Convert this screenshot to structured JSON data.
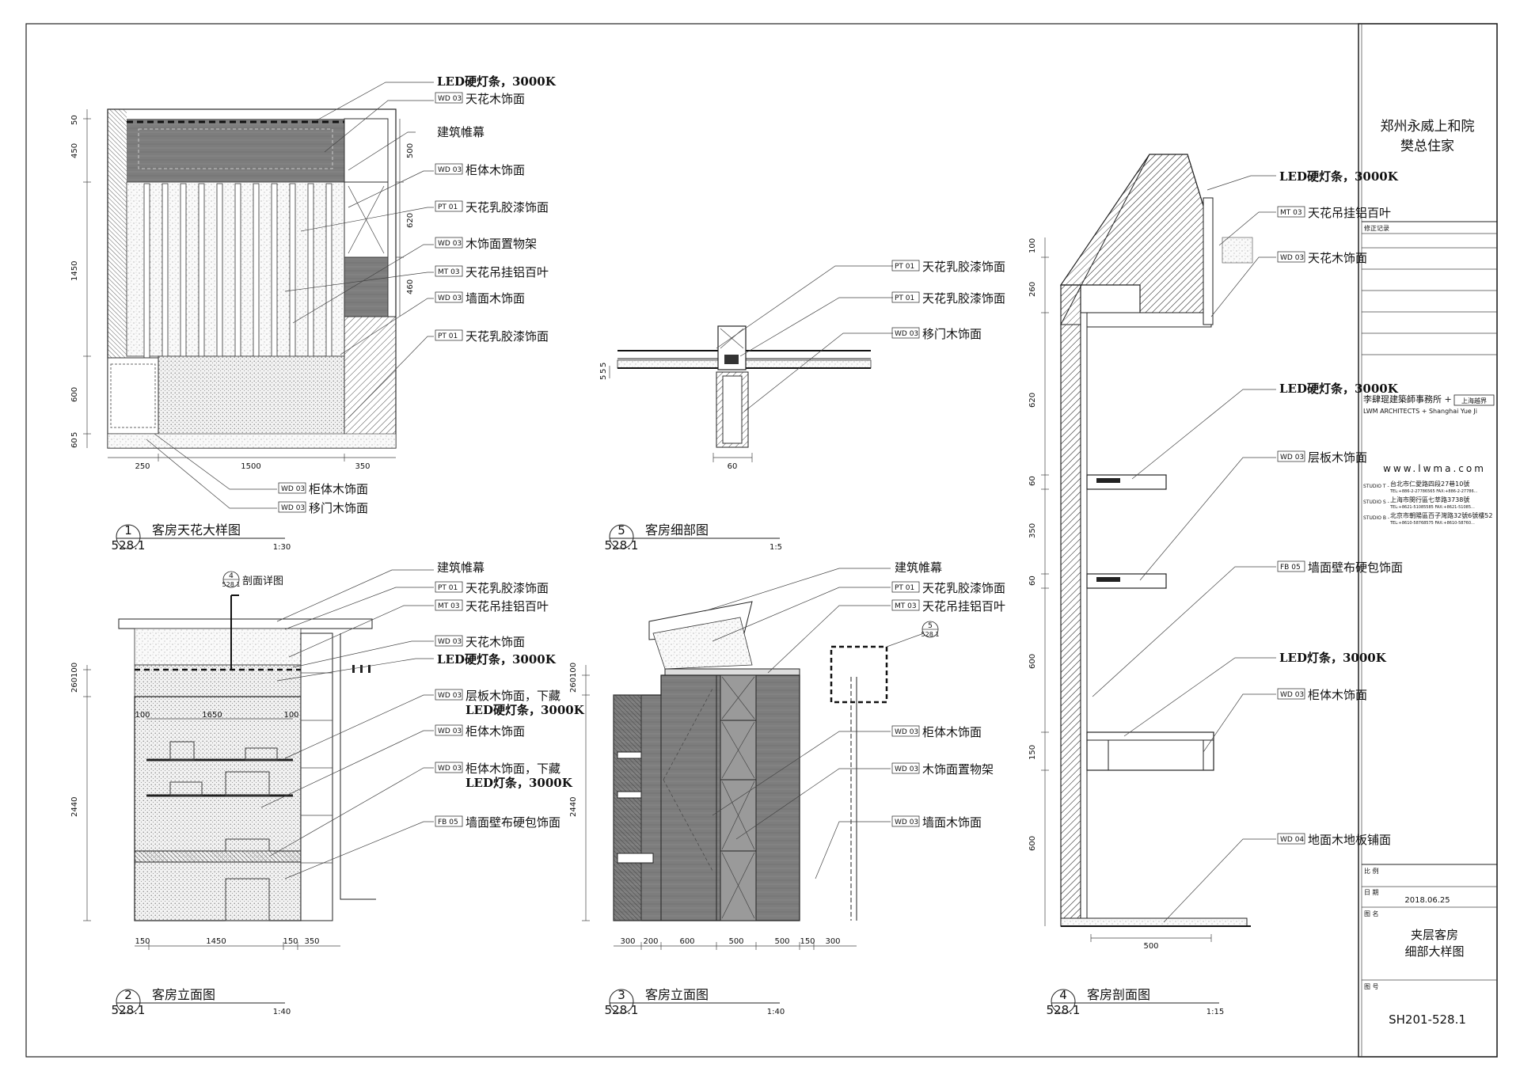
{
  "project": {
    "name_line1": "郑州永威上和院",
    "name_line2": "樊总住家"
  },
  "title_block": {
    "revision_label": "修正记录",
    "firm_cn": "李肆琨建築師事務所 + ",
    "firm_partner_tag": "上海越界",
    "firm_en": "LWM ARCHITECTS + Shanghai Yue Ji",
    "website": "www.lwma.com",
    "studios": [
      {
        "label": "STUDIO T -",
        "address": "台北市仁愛路四段27巷10號",
        "phone": "TEL:+886-2-27786565  FAX:+886-2-27786..."
      },
      {
        "label": "STUDIO S -",
        "address": "上海市閔行區七莘路3738號",
        "phone": "TEL:+8621-51085585  FAX:+8621-51085..."
      },
      {
        "label": "STUDIO B -",
        "address": "北京市朝陽區百子灣路32號6號樓52",
        "phone": "TEL:+8610-58768575  FAX:+8610-58760..."
      }
    ],
    "scale_label": "比 例",
    "date_label": "日 期",
    "date_value": "2018.06.25",
    "drawing_name_label": "图 名",
    "drawing_name_line1": "夹层客房",
    "drawing_name_line2": "细部大样图",
    "drawing_no_label": "图 号",
    "drawing_no_value": "SH201-528.1"
  },
  "views": [
    {
      "num": "1",
      "sheet": "528.1",
      "title": "客房天花大样图",
      "scale": "1:30"
    },
    {
      "num": "5",
      "sheet": "528.1",
      "title": "客房细部图",
      "scale": "1:5"
    },
    {
      "num": "2",
      "sheet": "528.1",
      "title": "客房立面图",
      "scale": "1:40"
    },
    {
      "num": "3",
      "sheet": "528.1",
      "title": "客房立面图",
      "scale": "1:40"
    },
    {
      "num": "4",
      "sheet": "528.1",
      "title": "客房剖面图",
      "scale": "1:15"
    }
  ],
  "callouts": {
    "v1": [
      {
        "code": "",
        "text": "LED硬灯条，3000K",
        "bold": true
      },
      {
        "code": "WD 03",
        "text": "天花木饰面"
      },
      {
        "code": "",
        "text": "建筑帷幕"
      },
      {
        "code": "WD 03",
        "text": "柜体木饰面"
      },
      {
        "code": "PT 01",
        "text": "天花乳胶漆饰面"
      },
      {
        "code": "WD 03",
        "text": "木饰面置物架"
      },
      {
        "code": "MT 03",
        "text": "天花吊挂铝百叶"
      },
      {
        "code": "WD 03",
        "text": "墙面木饰面"
      },
      {
        "code": "PT 01",
        "text": "天花乳胶漆饰面"
      },
      {
        "code": "WD 03",
        "text": "柜体木饰面"
      },
      {
        "code": "WD 03",
        "text": "移门木饰面"
      }
    ],
    "v5": [
      {
        "code": "PT 01",
        "text": "天花乳胶漆饰面"
      },
      {
        "code": "PT 01",
        "text": "天花乳胶漆饰面"
      },
      {
        "code": "WD 03",
        "text": "移门木饰面"
      }
    ],
    "v2": [
      {
        "code": "",
        "text": "建筑帷幕"
      },
      {
        "code": "PT 01",
        "text": "天花乳胶漆饰面"
      },
      {
        "code": "MT 03",
        "text": "天花吊挂铝百叶"
      },
      {
        "code": "WD 03",
        "text": "天花木饰面"
      },
      {
        "code": "",
        "text": "LED硬灯条，3000K",
        "bold": true
      },
      {
        "code": "WD 03",
        "text": "层板木饰面，下藏",
        "text2": "LED硬灯条，3000K"
      },
      {
        "code": "WD 03",
        "text": "柜体木饰面"
      },
      {
        "code": "WD 03",
        "text": "柜体木饰面，下藏",
        "text2": "LED灯条，3000K"
      },
      {
        "code": "FB 05",
        "text": "墙面壁布硬包饰面"
      }
    ],
    "v3": [
      {
        "code": "",
        "text": "建筑帷幕"
      },
      {
        "code": "PT 01",
        "text": "天花乳胶漆饰面"
      },
      {
        "code": "MT 03",
        "text": "天花吊挂铝百叶"
      },
      {
        "code": "WD 03",
        "text": "柜体木饰面"
      },
      {
        "code": "WD 03",
        "text": "木饰面置物架"
      },
      {
        "code": "WD 03",
        "text": "墙面木饰面"
      }
    ],
    "v4": [
      {
        "code": "",
        "text": "LED硬灯条，3000K",
        "bold": true
      },
      {
        "code": "MT 03",
        "text": "天花吊挂铝百叶"
      },
      {
        "code": "WD 03",
        "text": "天花木饰面"
      },
      {
        "code": "",
        "text": "LED硬灯条，3000K",
        "bold": true
      },
      {
        "code": "WD 03",
        "text": "层板木饰面"
      },
      {
        "code": "FB 05",
        "text": "墙面壁布硬包饰面"
      },
      {
        "code": "",
        "text": "LED灯条，3000K",
        "bold": true
      },
      {
        "code": "WD 03",
        "text": "柜体木饰面"
      },
      {
        "code": "WD 04",
        "text": "地面木地板铺面"
      }
    ]
  },
  "section_ref": {
    "num": "4",
    "sheet": "528.1",
    "label": "剖面详图"
  },
  "detail_ref": {
    "num": "5",
    "sheet": "528.1"
  },
  "dims": {
    "v1_vertical": [
      "50",
      "450",
      "1450",
      "600",
      "5",
      "60"
    ],
    "v1_right": [
      "500",
      "620",
      "460"
    ],
    "v1_horizontal": [
      "250",
      "1500",
      "350"
    ],
    "v5_vertical": [
      "5",
      "5",
      "5"
    ],
    "v5_horizontal": [
      "60"
    ],
    "v2_vertical": [
      "100",
      "260",
      "2440"
    ],
    "v2_inner": [
      "100",
      "1650",
      "100"
    ],
    "v2_horizontal": [
      "150",
      "1450",
      "150",
      "350"
    ],
    "v3_vertical": [
      "100",
      "260",
      "2440"
    ],
    "v3_horizontal": [
      "300",
      "200",
      "600",
      "500",
      "500",
      "150",
      "300"
    ],
    "v4_vertical": [
      "100",
      "260",
      "620",
      "60",
      "350",
      "60",
      "600",
      "150",
      "600"
    ],
    "v4_horizontal": [
      "500"
    ]
  },
  "colors": {
    "ink": "#111111",
    "hatch": "#555555",
    "fill_dark": "#8a8a8a",
    "fill_mid": "#bdbdbd"
  }
}
